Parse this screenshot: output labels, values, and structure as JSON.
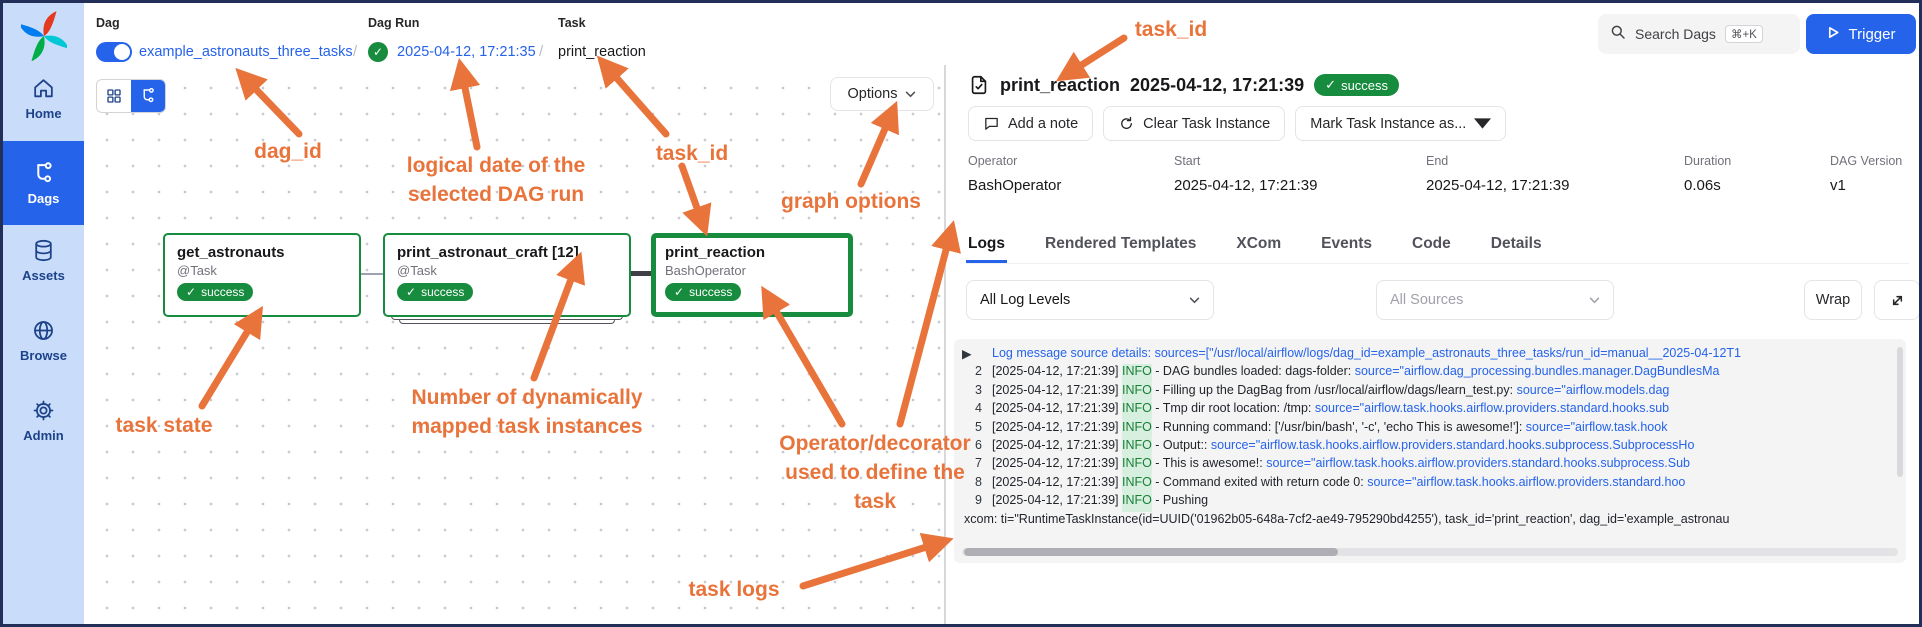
{
  "colors": {
    "accent_blue": "#2563EB",
    "success_green": "#178C3E",
    "annotation_orange": "#E8743C",
    "sidebar_bg": "#C9DDFB",
    "log_link_blue": "#2563EB",
    "log_info_green": "#1A7F37"
  },
  "glyphs": {
    "check": "✓",
    "slash": "/"
  },
  "sidebar": {
    "items": [
      {
        "label": "Home",
        "icon": "home-icon",
        "active": false
      },
      {
        "label": "Dags",
        "icon": "dags-icon",
        "active": true
      },
      {
        "label": "Assets",
        "icon": "assets-icon",
        "active": false
      },
      {
        "label": "Browse",
        "icon": "browse-icon",
        "active": false
      },
      {
        "label": "Admin",
        "icon": "admin-icon",
        "active": false
      }
    ]
  },
  "topbar": {
    "breadcrumb": {
      "dag_label": "Dag",
      "dag_name": "example_astronauts_three_tasks",
      "dag_toggle_on": true,
      "dag_run_label": "Dag Run",
      "dag_run_date": "2025-04-12, 17:21:35",
      "dag_run_state": "success",
      "task_label": "Task",
      "task_name": "print_reaction"
    },
    "search": {
      "placeholder": "Search Dags",
      "shortcut": "⌘+K"
    },
    "trigger_label": "Trigger"
  },
  "graph": {
    "options_label": "Options",
    "nodes": [
      {
        "title": "get_astronauts",
        "subtitle": "@Task",
        "state": "success",
        "selected": false,
        "mapped": false
      },
      {
        "title": "print_astronaut_craft [12]",
        "subtitle": "@Task",
        "state": "success",
        "selected": false,
        "mapped": true
      },
      {
        "title": "print_reaction",
        "subtitle": "BashOperator",
        "state": "success",
        "selected": true,
        "mapped": false
      }
    ]
  },
  "task_panel": {
    "title": "print_reaction",
    "datetime": "2025-04-12, 17:21:39",
    "status": "success",
    "actions": {
      "add_note": "Add a note",
      "clear": "Clear Task Instance",
      "mark_as": "Mark Task Instance as..."
    },
    "meta": [
      {
        "label": "Operator",
        "value": "BashOperator"
      },
      {
        "label": "Start",
        "value": "2025-04-12, 17:21:39"
      },
      {
        "label": "End",
        "value": "2025-04-12, 17:21:39"
      },
      {
        "label": "Duration",
        "value": "0.06s"
      },
      {
        "label": "DAG Version",
        "value": "v1"
      }
    ],
    "tabs": [
      {
        "label": "Logs",
        "active": true
      },
      {
        "label": "Rendered Templates",
        "active": false
      },
      {
        "label": "XCom",
        "active": false
      },
      {
        "label": "Events",
        "active": false
      },
      {
        "label": "Code",
        "active": false
      },
      {
        "label": "Details",
        "active": false
      }
    ],
    "filters": {
      "log_level": "All Log Levels",
      "sources_placeholder": "All Sources",
      "wrap_label": "Wrap"
    }
  },
  "logs": {
    "lines": [
      {
        "type": "header",
        "num": "▶",
        "segments": [
          {
            "t": "Log message source details: sources=[\"/usr/local/airflow/logs/dag_id=example_astronauts_three_tasks/run_id=manual__2025-04-12T1",
            "c": "link"
          }
        ]
      },
      {
        "type": "numbered",
        "num": "2",
        "segments": [
          {
            "t": "[2025-04-12, 17:21:39] ",
            "c": "plain"
          },
          {
            "t": "INFO",
            "c": "info"
          },
          {
            "t": " - DAG bundles loaded: dags-folder: ",
            "c": "plain"
          },
          {
            "t": "source=\"airflow.dag_processing.bundles.manager.DagBundlesMa",
            "c": "link"
          }
        ]
      },
      {
        "type": "numbered",
        "num": "3",
        "segments": [
          {
            "t": "[2025-04-12, 17:21:39] ",
            "c": "plain"
          },
          {
            "t": "INFO",
            "c": "info"
          },
          {
            "t": " - Filling up the DagBag from /usr/local/airflow/dags/learn_test.py: ",
            "c": "plain"
          },
          {
            "t": "source=\"airflow.models.dag",
            "c": "link"
          }
        ]
      },
      {
        "type": "numbered",
        "num": "4",
        "segments": [
          {
            "t": "[2025-04-12, 17:21:39] ",
            "c": "plain"
          },
          {
            "t": "INFO",
            "c": "info"
          },
          {
            "t": " - Tmp dir root location: /tmp: ",
            "c": "plain"
          },
          {
            "t": "source=\"airflow.task.hooks.airflow.providers.standard.hooks.sub",
            "c": "link"
          }
        ]
      },
      {
        "type": "numbered",
        "num": "5",
        "segments": [
          {
            "t": "[2025-04-12, 17:21:39] ",
            "c": "plain"
          },
          {
            "t": "INFO",
            "c": "info"
          },
          {
            "t": " - Running command: ['/usr/bin/bash', '-c', 'echo This is awesome!']: ",
            "c": "plain"
          },
          {
            "t": "source=\"airflow.task.hook",
            "c": "link"
          }
        ]
      },
      {
        "type": "numbered",
        "num": "6",
        "segments": [
          {
            "t": "[2025-04-12, 17:21:39] ",
            "c": "plain"
          },
          {
            "t": "INFO",
            "c": "info"
          },
          {
            "t": " - Output:: ",
            "c": "plain"
          },
          {
            "t": "source=\"airflow.task.hooks.airflow.providers.standard.hooks.subprocess.SubprocessHo",
            "c": "link"
          }
        ]
      },
      {
        "type": "numbered",
        "num": "7",
        "segments": [
          {
            "t": "[2025-04-12, 17:21:39] ",
            "c": "plain"
          },
          {
            "t": "INFO",
            "c": "info"
          },
          {
            "t": " - This is awesome!: ",
            "c": "plain"
          },
          {
            "t": "source=\"airflow.task.hooks.airflow.providers.standard.hooks.subprocess.Sub",
            "c": "link"
          }
        ]
      },
      {
        "type": "numbered",
        "num": "8",
        "segments": [
          {
            "t": "[2025-04-12, 17:21:39] ",
            "c": "plain"
          },
          {
            "t": "INFO",
            "c": "info"
          },
          {
            "t": " - Command exited with return code 0: ",
            "c": "plain"
          },
          {
            "t": "source=\"airflow.task.hooks.airflow.providers.standard.hoo",
            "c": "link"
          }
        ]
      },
      {
        "type": "numbered",
        "num": "9",
        "segments": [
          {
            "t": "[2025-04-12, 17:21:39] ",
            "c": "plain"
          },
          {
            "t": "INFO",
            "c": "info"
          },
          {
            "t": " - Pushing",
            "c": "plain"
          }
        ]
      },
      {
        "type": "flush",
        "num": "",
        "segments": [
          {
            "t": "xcom: ti=\"RuntimeTaskInstance(id=UUID('01962b05-648a-7cf2-ae49-795290bd4255'), task_id='print_reaction', dag_id='example_astronau",
            "c": "plain"
          }
        ]
      }
    ]
  },
  "annotations": [
    {
      "id": "dag-id",
      "lines": [
        "dag_id"
      ]
    },
    {
      "id": "logical-date",
      "lines": [
        "logical date of the",
        "selected DAG run"
      ]
    },
    {
      "id": "task-id-left",
      "lines": [
        "task_id"
      ]
    },
    {
      "id": "graph-options",
      "lines": [
        "graph options"
      ]
    },
    {
      "id": "task-id-right",
      "lines": [
        "task_id"
      ]
    },
    {
      "id": "task-state",
      "lines": [
        "task state"
      ]
    },
    {
      "id": "mapped-instances",
      "lines": [
        "Number of dynamically",
        "mapped task instances"
      ]
    },
    {
      "id": "operator-decorator",
      "lines": [
        "Operator/decorator",
        "used to define the",
        "task"
      ]
    },
    {
      "id": "task-logs",
      "lines": [
        "task logs"
      ]
    }
  ]
}
